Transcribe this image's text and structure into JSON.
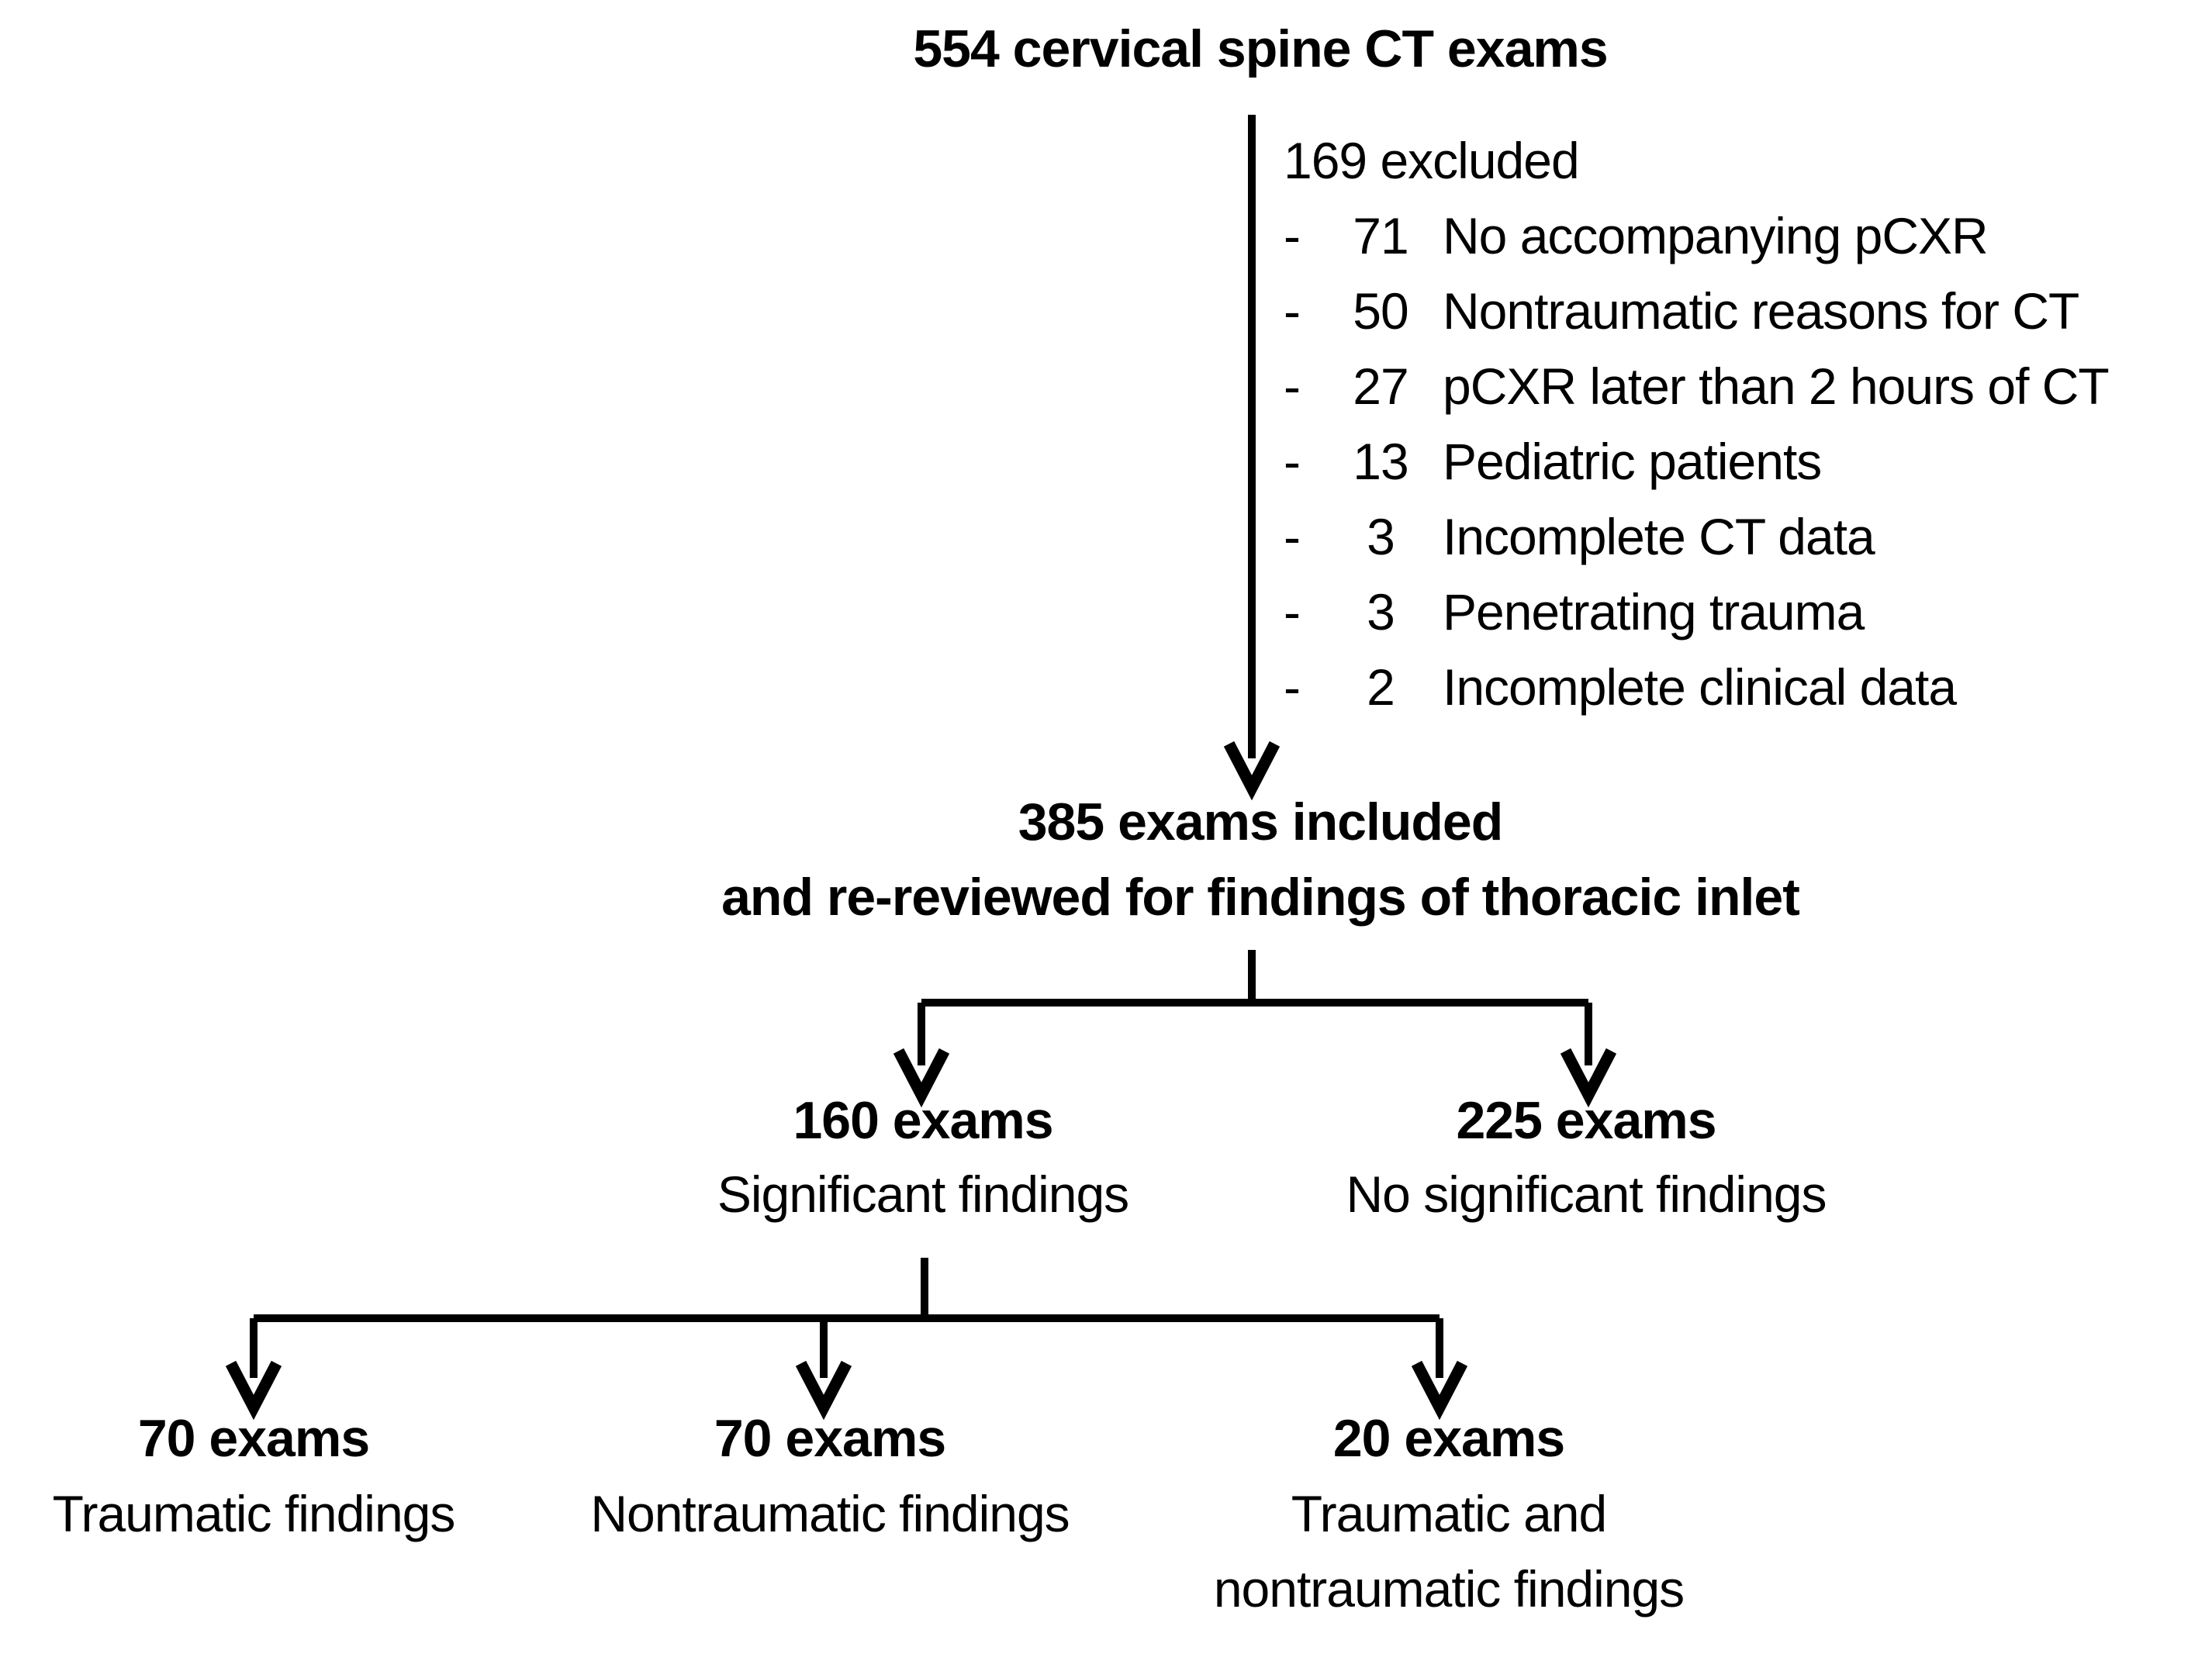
{
  "figure": {
    "root": {
      "label": "554 cervical spine CT exams"
    },
    "exclusion": {
      "header": "169 excluded",
      "bullet": "-",
      "items": [
        {
          "count": "71",
          "reason": "No accompanying pCXR"
        },
        {
          "count": "50",
          "reason": "Nontraumatic reasons for CT"
        },
        {
          "count": "27",
          "reason": "pCXR later than 2 hours of CT"
        },
        {
          "count": "13",
          "reason": "Pediatric patients"
        },
        {
          "count": "3",
          "reason": "Incomplete CT data"
        },
        {
          "count": "3",
          "reason": "Penetrating trauma"
        },
        {
          "count": "2",
          "reason": "Incomplete clinical data"
        }
      ]
    },
    "included": {
      "line1": "385 exams included",
      "line2": "and re-reviewed for findings of thoracic inlet"
    },
    "level2": {
      "significant": {
        "count": "160 exams",
        "label": "Significant findings"
      },
      "no_significant": {
        "count": "225 exams",
        "label": "No significant findings"
      }
    },
    "level3": {
      "traumatic": {
        "count": "70 exams",
        "label": "Traumatic findings"
      },
      "nontraumatic": {
        "count": "70 exams",
        "label": "Nontraumatic findings"
      },
      "both": {
        "count": "20 exams",
        "label_line1": "Traumatic and",
        "label_line2": "nontraumatic findings"
      }
    },
    "colors": {
      "text": "#000000",
      "line": "#000000",
      "background": "#ffffff"
    }
  }
}
